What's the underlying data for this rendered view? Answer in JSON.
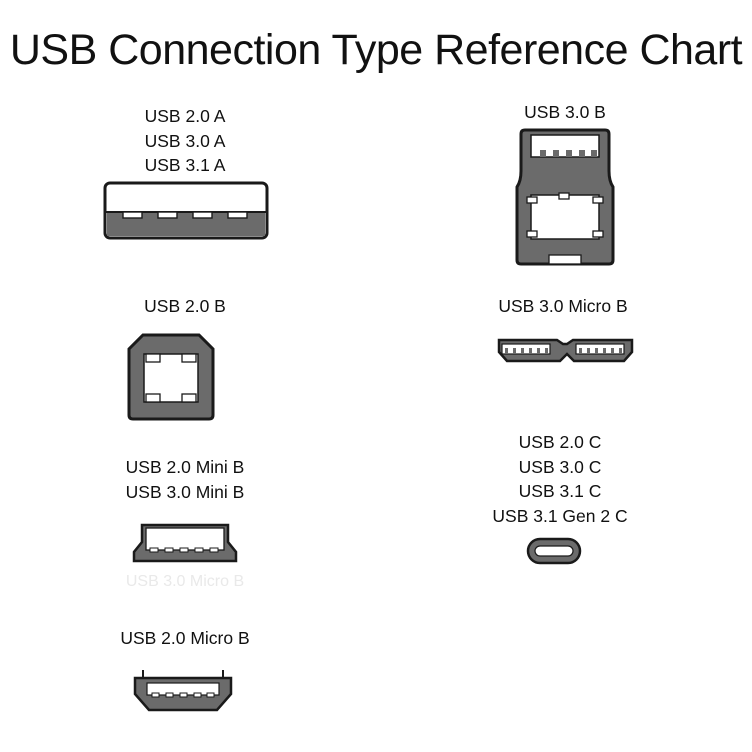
{
  "title": "USB Connection Type Reference Chart",
  "connectors": {
    "usb_a": {
      "lines": [
        "USB 2.0 A",
        "USB 3.0 A",
        "USB 3.1 A"
      ]
    },
    "usb3_b": {
      "lines": [
        "USB 3.0 B"
      ]
    },
    "usb2_b": {
      "lines": [
        "USB 2.0 B"
      ]
    },
    "usb3_micro_b": {
      "lines": [
        "USB 3.0 Micro B"
      ]
    },
    "mini_b": {
      "lines": [
        "USB 2.0 Mini B",
        "USB 3.0 Mini B"
      ]
    },
    "usb_c": {
      "lines": [
        "USB 2.0 C",
        "USB 3.0 C",
        "USB 3.1 C",
        "USB 3.1 Gen 2 C"
      ]
    },
    "micro_b": {
      "lines": [
        "USB 2.0 Micro B"
      ]
    }
  },
  "watermark": "USB 3.0 Micro B",
  "colors": {
    "outline": "#1a1a1a",
    "fill": "#6b6b6b",
    "contact": "#ffffff"
  }
}
